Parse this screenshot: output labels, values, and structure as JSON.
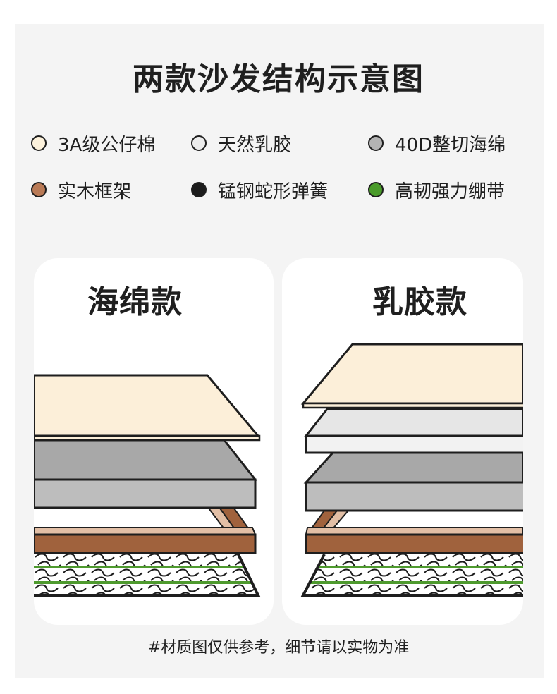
{
  "title": "两款沙发结构示意图",
  "legend": [
    {
      "label": "3A级公仔棉",
      "color": "#fdf2dc"
    },
    {
      "label": "天然乳胶",
      "color": "#ececec"
    },
    {
      "label": "40D整切海绵",
      "color": "#b3b3b3"
    },
    {
      "label": "实木框架",
      "color": "#b97a56"
    },
    {
      "label": "锰钢蛇形弹簧",
      "color": "#1c1c1c"
    },
    {
      "label": "高韧强力绷带",
      "color": "#4a9b2a"
    }
  ],
  "cards": [
    {
      "title": "海绵款"
    },
    {
      "title": "乳胶款"
    }
  ],
  "footnote": "#材质图仅供参考，细节请以实物为准",
  "colors": {
    "cotton": "#fcefd9",
    "latex": "#e6e6e6",
    "foam_top": "#a8a8a8",
    "foam_side": "#bdbdbd",
    "wood_dark": "#a0623d",
    "wood_light": "#e2bfa6",
    "spring": "#1c1c1c",
    "belt": "#4e9a2e",
    "outline": "#1e1e1e"
  }
}
